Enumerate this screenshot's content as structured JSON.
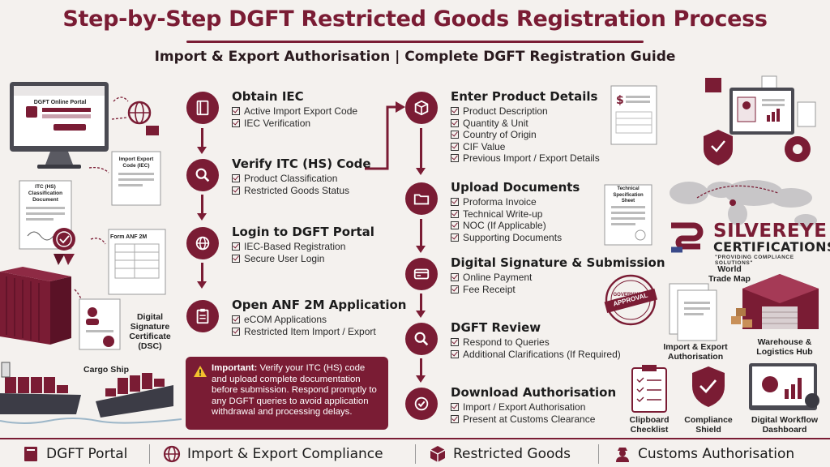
{
  "title": "Step-by-Step DGFT Restricted Goods Registration Process",
  "subtitle": "Import & Export Authorisation | Complete DGFT Registration Guide",
  "steps": [
    {
      "title": "Obtain IEC",
      "items": [
        "Active Import Export Code",
        "IEC Verification"
      ]
    },
    {
      "title": "Verify ITC (HS) Code",
      "items": [
        "Product Classification",
        "Restricted Goods Status"
      ]
    },
    {
      "title": "Login to DGFT Portal",
      "items": [
        "IEC-Based Registration",
        "Secure User Login"
      ]
    },
    {
      "title": "Open ANF 2M Application",
      "items": [
        "eCOM Applications",
        "Restricted Item Import / Export"
      ]
    },
    {
      "title": "Enter Product Details",
      "items": [
        "Product Description",
        "Quantity & Unit",
        "Country of Origin",
        "CIF Value",
        "Previous Import / Export Details"
      ]
    },
    {
      "title": "Upload Documents",
      "items": [
        "Proforma Invoice",
        "Technical Write-up",
        "NOC (If Applicable)",
        "Supporting Documents"
      ]
    },
    {
      "title": "Digital Signature & Submission",
      "items": [
        "Online Payment",
        "Fee Receipt"
      ]
    },
    {
      "title": "DGFT Review",
      "items": [
        "Respond to Queries",
        "Additional Clarifications (If Required)"
      ]
    },
    {
      "title": "Download Authorisation",
      "items": [
        "Import / Export Authorisation",
        "Present at Customs Clearance"
      ]
    }
  ],
  "note": {
    "label": "Important:",
    "text": " Verify your ITC (HS) code and upload complete documentation before submission. Respond promptly to any DGFT queries to avoid application withdrawal and processing delays."
  },
  "left_illustrations": {
    "portal_screen": "DGFT Online Portal",
    "iec_doc": "Import Export Code (IEC)",
    "itc_doc": "ITC (HS) Classification Document",
    "anf_doc": "Form ANF 2M",
    "dsc_caption": "Digital Signature Certificate (DSC)",
    "ship_caption": "Cargo Ship"
  },
  "right_illustrations": {
    "tech_sheet": "Technical Specification Sheet",
    "stamp_top": "GOVERNMENT",
    "stamp_mid": "APPROVAL",
    "map_caption": "World Trade Map",
    "auth_caption": "Import & Export Authorisation",
    "warehouse_caption": "Warehouse & Logistics Hub",
    "clipboard_caption": "Clipboard Checklist",
    "shield_caption": "Compliance Shield",
    "dashboard_caption": "Digital Workflow Dashboard"
  },
  "logo": {
    "name": "SILVEREYE",
    "sub": "CERTIFICATIONS",
    "tagline": "\"PROVIDING COMPLIANCE SOLUTIONS\""
  },
  "footer": [
    {
      "label": "DGFT Portal",
      "icon": "book-icon"
    },
    {
      "label": "Import & Export Compliance",
      "icon": "globe-icon"
    },
    {
      "label": "Restricted Goods",
      "icon": "box-icon"
    },
    {
      "label": "Customs Authorisation",
      "icon": "officer-icon"
    }
  ],
  "colors": {
    "accent": "#7a1c34",
    "background": "#f4f1ee"
  }
}
